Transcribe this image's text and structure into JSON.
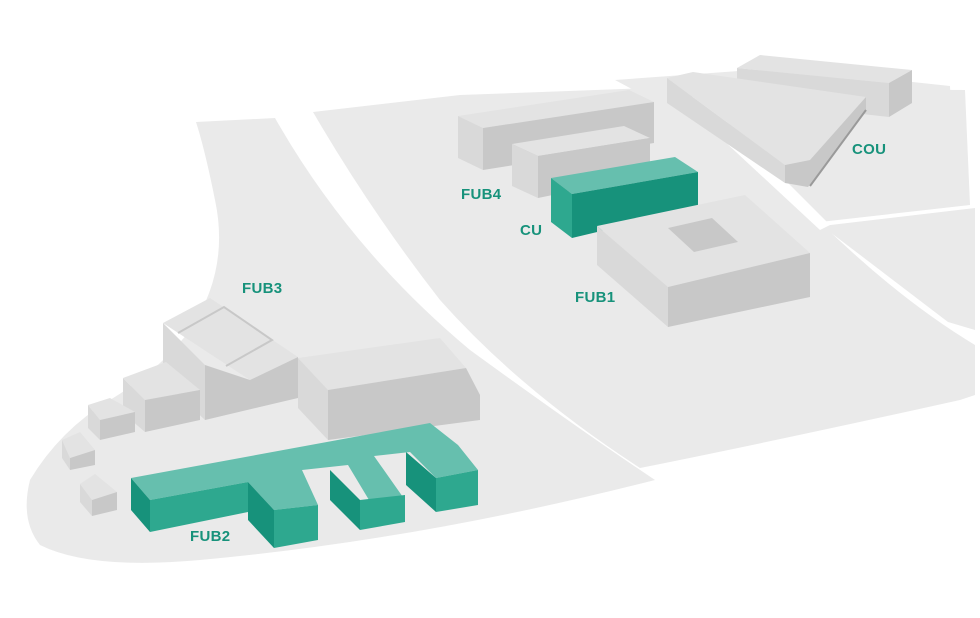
{
  "campus_map": {
    "labels": {
      "fub1": "FUB1",
      "fub2": "FUB2",
      "fub3": "FUB3",
      "fub4": "FUB4",
      "cu": "CU",
      "cou": "COU"
    },
    "highlighted_buildings": [
      "FUB2",
      "CU"
    ]
  },
  "colors": {
    "ground": "#eaeaea",
    "road_gap": "#ffffff",
    "building_top": "#e3e3e3",
    "building_light": "#d9d9d9",
    "building_dark": "#c8c8c8",
    "highlight_top": "#66bfae",
    "highlight_light": "#2ea88f",
    "highlight_dark": "#17927b",
    "label_text": "#17927b"
  }
}
